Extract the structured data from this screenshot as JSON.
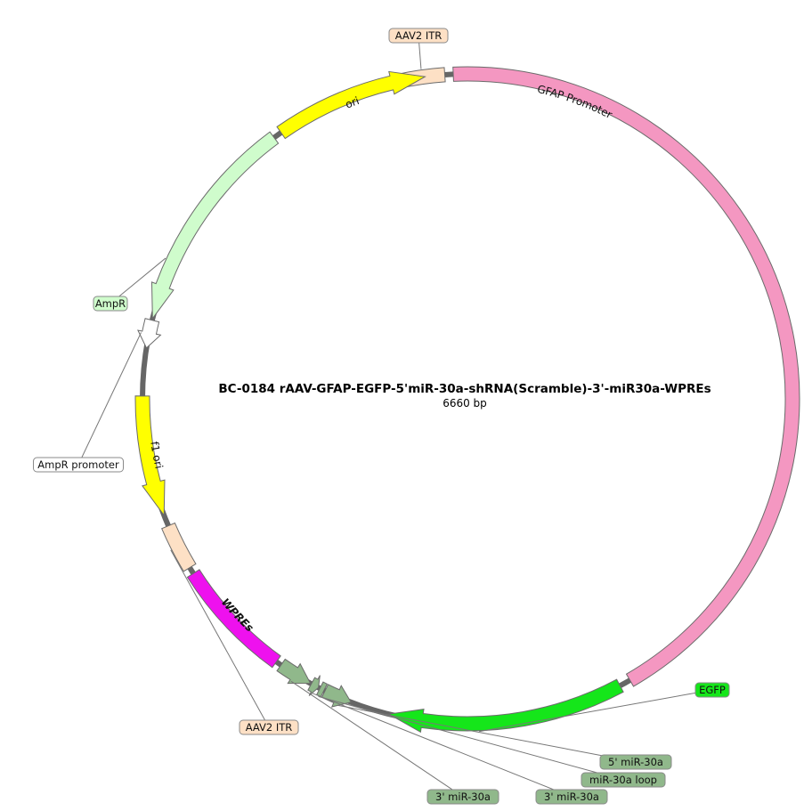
{
  "plasmid": {
    "name": "BC-0184  rAAV-GFAP-EGFP-5'miR-30a-shRNA(Scramble)-3'-miR30a-WPREs",
    "length_label": "6660 bp"
  },
  "colors": {
    "backbone": "#666666",
    "itr": "#fde0c5",
    "gfap": "#f497c1",
    "egfp": "#15e61a",
    "mir": "#90b88b",
    "wpre": "#ee11ee",
    "ori": "#ffff00",
    "ampr": "#cffccc",
    "promoter": "#ffffff"
  },
  "features": [
    {
      "id": "itr-top",
      "name": "AAV2 ITR",
      "start": -12.5,
      "end": -4.0,
      "dir": 0,
      "color": "#fde0c5",
      "label_mode": "outside"
    },
    {
      "id": "gfap",
      "name": "GFAP Promoter",
      "start": -2.5,
      "end": 150.0,
      "dir": 0,
      "color": "#f497c1",
      "label_mode": "inside"
    },
    {
      "id": "egfp",
      "name": "EGFP",
      "start": 152.0,
      "end": 194.0,
      "dir": 1,
      "color": "#15e61a",
      "label_mode": "outside"
    },
    {
      "id": "mir5",
      "name": "5' miR-30a",
      "start": 201.0,
      "end": 206.0,
      "dir": -1,
      "color": "#90b88b",
      "label_mode": "outside"
    },
    {
      "id": "mirloop",
      "name": "miR-30a loop",
      "start": 206.2,
      "end": 207.0,
      "dir": 0,
      "color": "#90b88b",
      "label_mode": "outside"
    },
    {
      "id": "mir3b",
      "name": "3' miR-30a",
      "start": 207.3,
      "end": 208.7,
      "dir": -1,
      "color": "#90b88b",
      "label_mode": "outside"
    },
    {
      "id": "mir3a",
      "name": "3' miR-30a",
      "start": 208.9,
      "end": 215.0,
      "dir": -1,
      "color": "#90b88b",
      "label_mode": "outside"
    },
    {
      "id": "wpre",
      "name": "WPREs",
      "start": 216.0,
      "end": 237.5,
      "dir": 0,
      "color": "#ee11ee",
      "label_mode": "inside-white"
    },
    {
      "id": "itr-bottom",
      "name": "AAV2 ITR",
      "start": 238.7,
      "end": 247.0,
      "dir": 0,
      "color": "#fde0c5",
      "label_mode": "outside"
    },
    {
      "id": "f1ori",
      "name": "f1 ori",
      "start": 249.0,
      "end": 270.5,
      "dir": -1,
      "color": "#ffff00",
      "label_mode": "inside"
    },
    {
      "id": "amprp",
      "name": "AmpR promoter",
      "start": 279.0,
      "end": 284.0,
      "dir": -1,
      "color": "#ffffff",
      "label_mode": "outside"
    },
    {
      "id": "ampr",
      "name": "AmpR",
      "start": 284.3,
      "end": 323.5,
      "dir": -1,
      "color": "#cffccc",
      "label_mode": "outside"
    },
    {
      "id": "ori",
      "name": "ori",
      "start": 325.0,
      "end": 352.5,
      "dir": 1,
      "color": "#ffff00",
      "label_mode": "inside"
    }
  ]
}
